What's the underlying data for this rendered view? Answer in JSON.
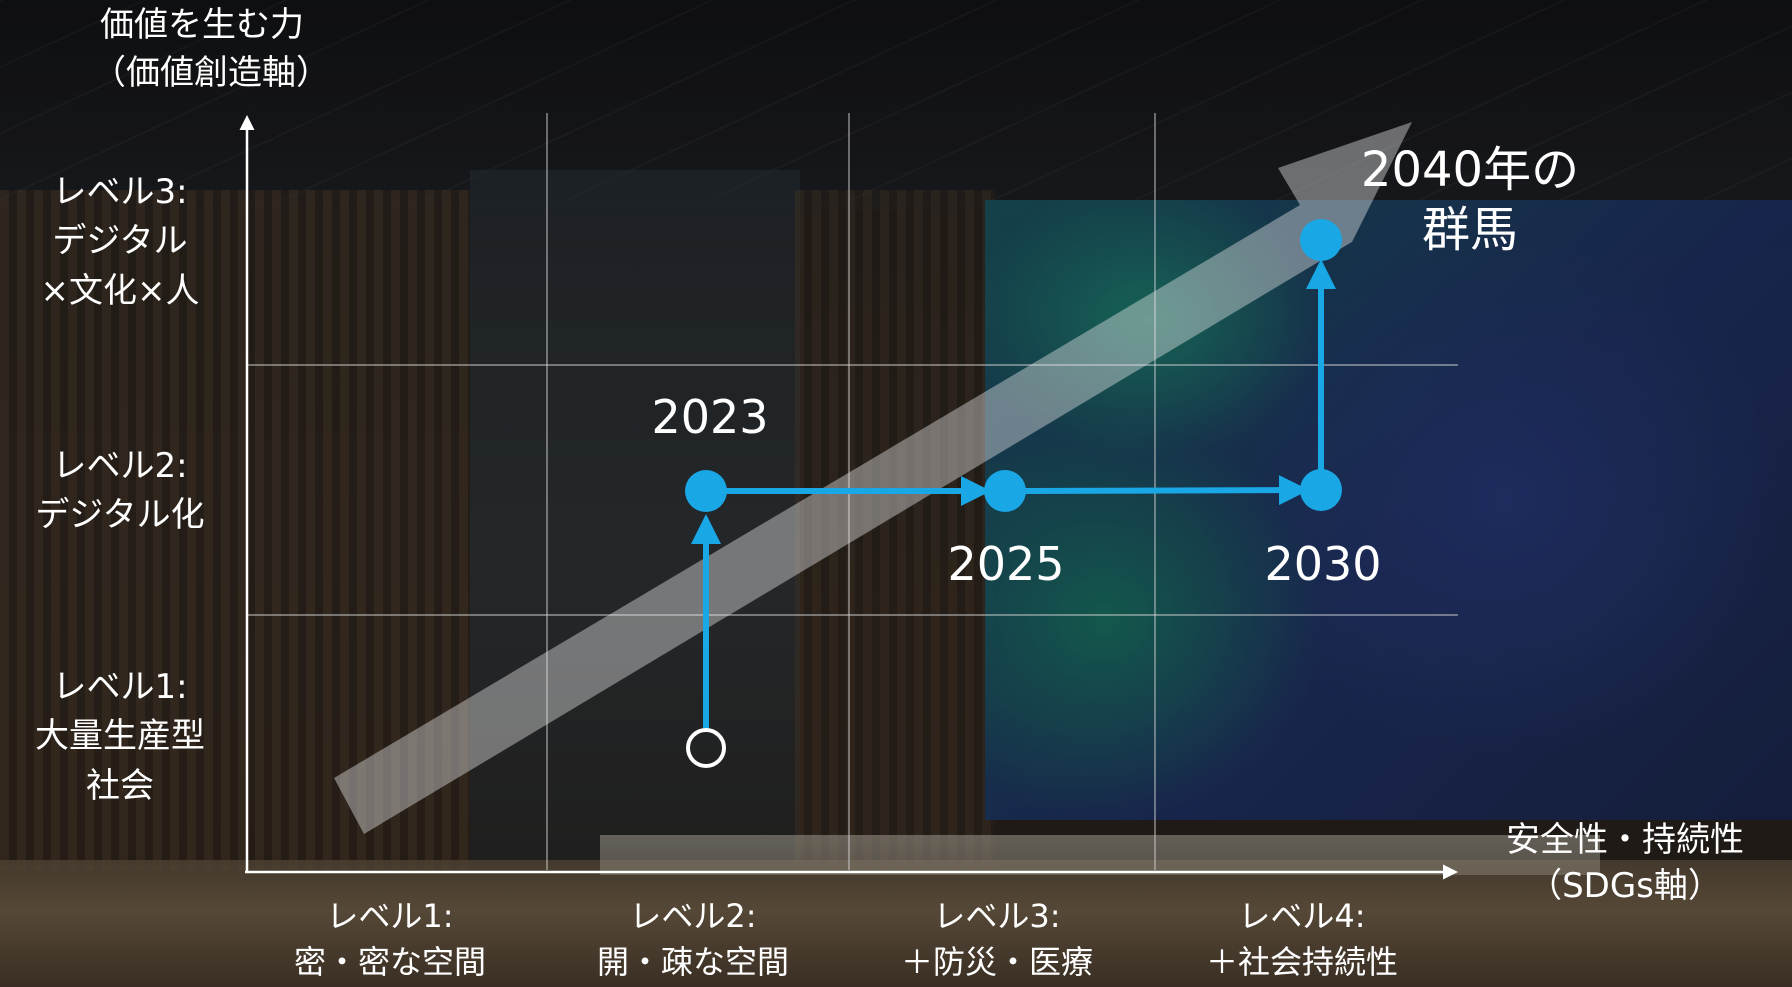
{
  "y_axis": {
    "title_line1": "価値を生む力",
    "title_line2": "（価値創造軸）",
    "levels": [
      {
        "line1": "レベル1:",
        "line2": "大量生産型",
        "line3": "社会"
      },
      {
        "line1": "レベル2:",
        "line2": "デジタル化"
      },
      {
        "line1": "レベル3:",
        "line2": "デジタル",
        "line3": "×文化×人"
      }
    ]
  },
  "x_axis": {
    "title_line1": "安全性・持続性",
    "title_line2": "（SDGs軸）",
    "levels": [
      {
        "line1": "レベル1:",
        "line2": "密・密な空間"
      },
      {
        "line1": "レベル2:",
        "line2": "開・疎な空間"
      },
      {
        "line1": "レベル3:",
        "line2": "＋防災・医療"
      },
      {
        "line1": "レベル4:",
        "line2": "＋社会持続性"
      }
    ]
  },
  "milestones": {
    "y2023": "2023",
    "y2025": "2025",
    "y2030": "2030"
  },
  "target": {
    "line1": "2040年の",
    "line2": "群馬"
  },
  "colors": {
    "path": "#1aa7e6",
    "grid": "#d8d8d8",
    "trend_arrow": "#e6e6e6"
  }
}
